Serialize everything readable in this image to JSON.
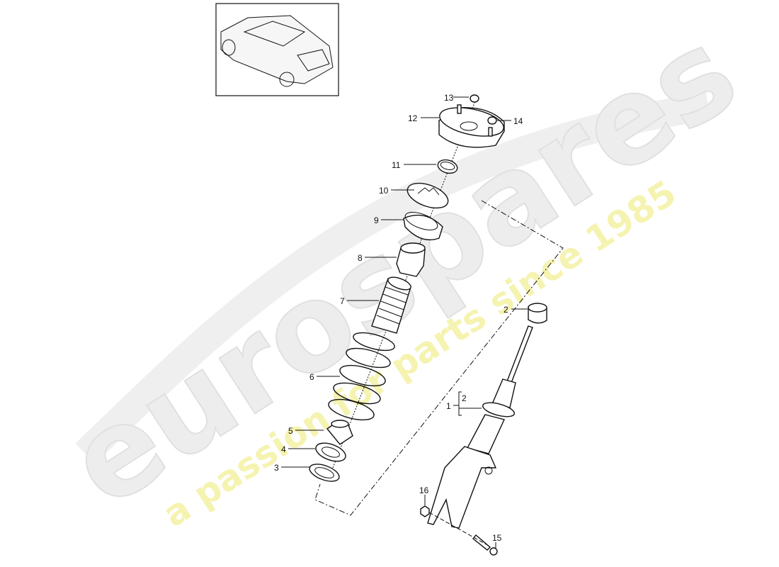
{
  "watermark": {
    "brand": "eurospares",
    "tagline": "a passion for parts since 1985",
    "brand_color": "#e6e6e6",
    "tagline_color": "#f3f0a0"
  },
  "thumbnail": {
    "icon": "car-thumbnail-icon"
  },
  "callouts": {
    "p1": "1",
    "p1_sub": "2",
    "p2": "2",
    "p3": "3",
    "p4": "4",
    "p5": "5",
    "p6": "6",
    "p7": "7",
    "p8": "8",
    "p9": "9",
    "p10": "10",
    "p11": "11",
    "p12": "12",
    "p13": "13",
    "p14": "14",
    "p15": "15",
    "p16": "16"
  }
}
